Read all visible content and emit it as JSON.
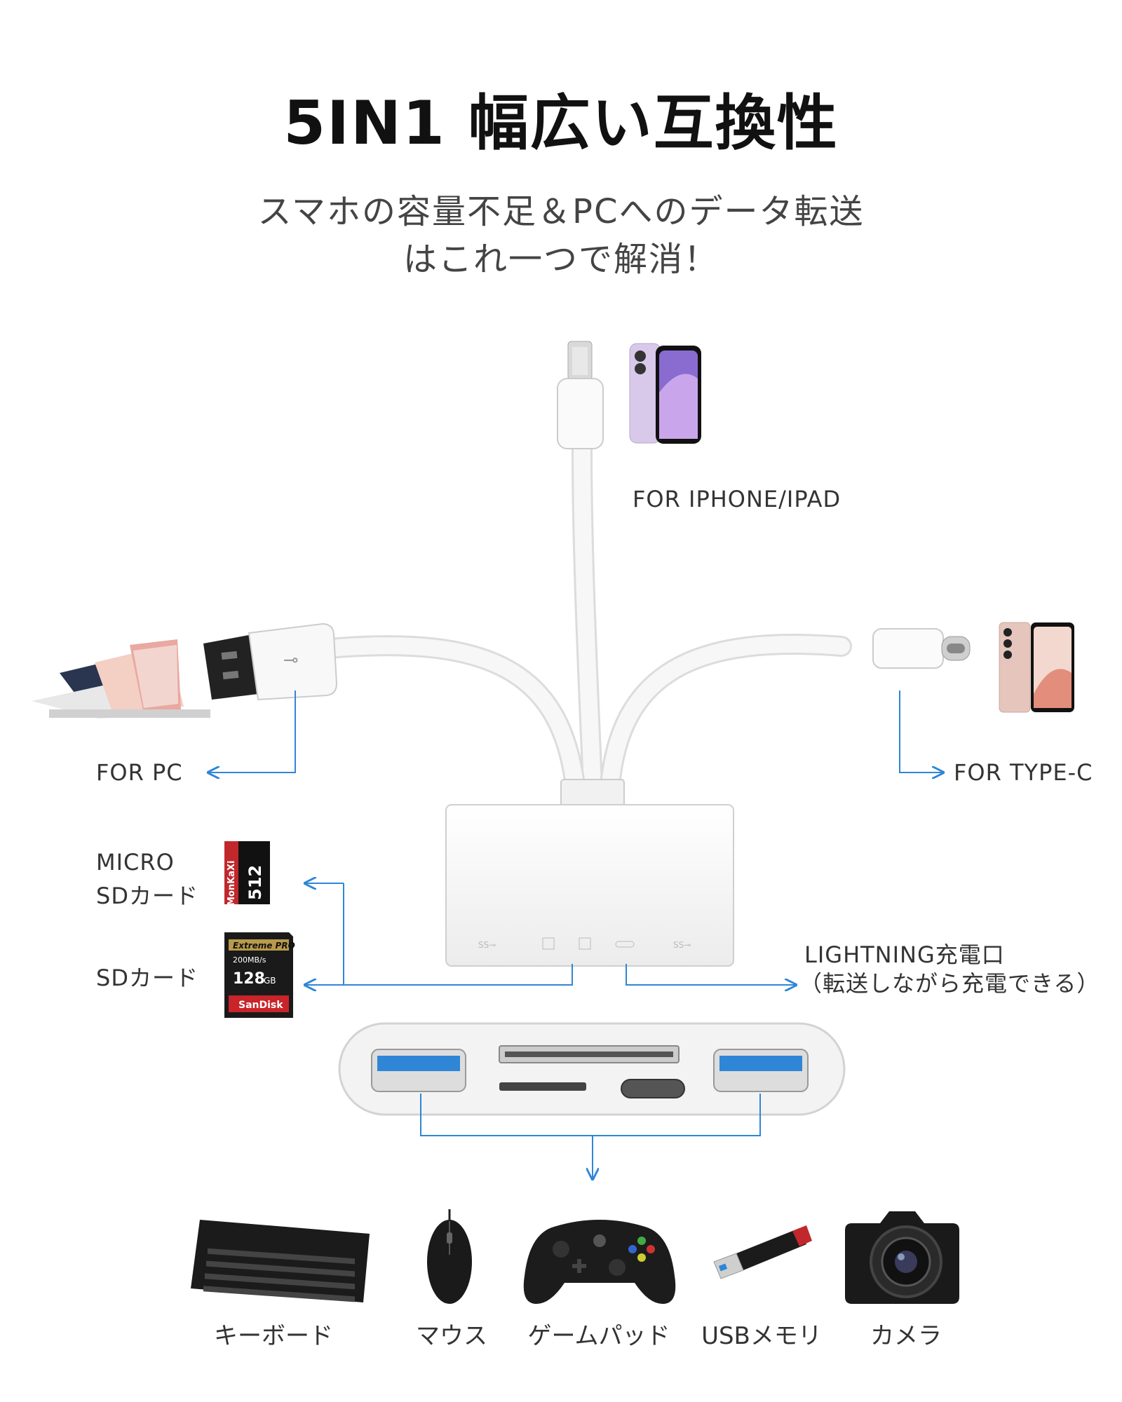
{
  "title": "5IN1 幅広い互換性",
  "subtitle": [
    "スマホの容量不足＆PCへのデータ転送",
    "はこれ一つで解消！"
  ],
  "labels": {
    "iphone": "FOR IPHONE/IPAD",
    "pc": "FOR PC",
    "typec": "FOR TYPE-C",
    "micro_sd": [
      "MICRO",
      "SDカード"
    ],
    "sd": "SDカード",
    "lightning": [
      "LIGHTNING充電口",
      "（転送しながら充電できる）"
    ]
  },
  "card_text": {
    "micro_brand": "MonKaXi",
    "micro_size": "512",
    "sd_series": "Extreme PRO",
    "sd_speed": "200MB/s",
    "sd_size": "128",
    "sd_unit": "GB",
    "sd_brand": "SanDisk"
  },
  "devices": [
    {
      "label": "キーボード",
      "icon": "keyboard-icon"
    },
    {
      "label": "マウス",
      "icon": "mouse-icon"
    },
    {
      "label": "ゲームパッド",
      "icon": "gamepad-icon"
    },
    {
      "label": "USBメモリ",
      "icon": "usb-stick-icon"
    },
    {
      "label": "カメラ",
      "icon": "camera-icon"
    }
  ],
  "colors": {
    "accent": "#2f86d6",
    "cable": "#f4f4f4",
    "text": "#333333"
  }
}
